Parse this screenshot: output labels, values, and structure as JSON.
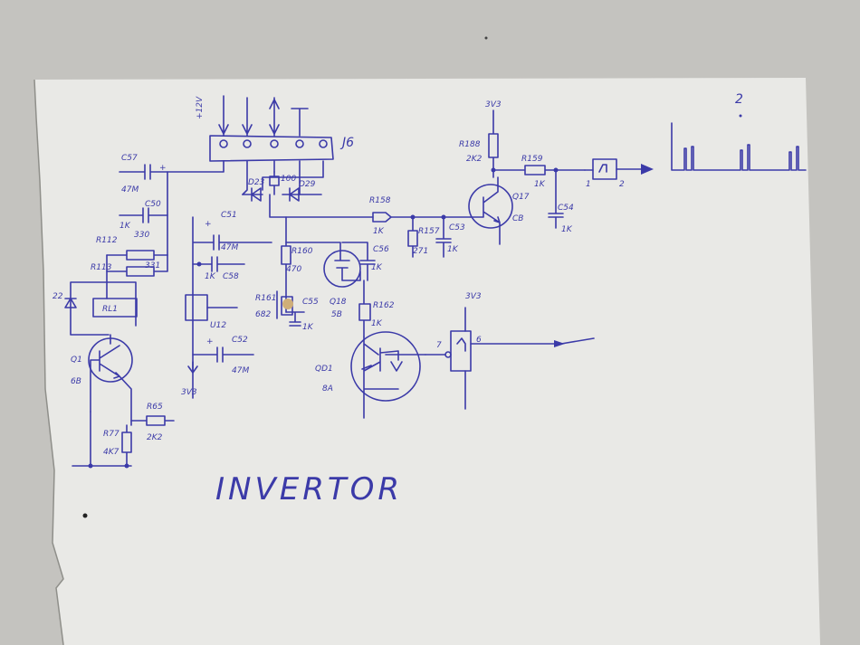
{
  "title": "INVERTOR",
  "page_number": "2",
  "connector": "J6",
  "supply_top": "+12V",
  "components": {
    "c57": "C57",
    "c57_val": "47M",
    "c50": "C50",
    "c50_val": "1K",
    "r112": "R112",
    "r112_val": "330",
    "r113": "R113",
    "r113_val": "331",
    "d22": "22",
    "rl1": "RL1",
    "q1": "Q1",
    "q1_type": "6B",
    "r65": "R65",
    "r65_val": "2K2",
    "r77": "R77",
    "r77_val": "4K7",
    "d23": "D23",
    "r_top_val": "100",
    "d29": "D29",
    "c51": "C51",
    "c51_val": "47M",
    "c58": "C58",
    "c58_val": "1K",
    "u12": "U12",
    "gnd": "3V3",
    "c52": "C52",
    "c52_val": "47M",
    "r160": "R160",
    "r160_val": "470",
    "r161": "R161",
    "r161_val": "682",
    "c55": "C55",
    "c55_val": "1K",
    "q18": "Q18",
    "q18_type": "5B",
    "c56": "C56",
    "c56_val": "1K",
    "r162": "R162",
    "r162_val": "1K",
    "qd1": "QD1",
    "qd1_type": "8A",
    "r158": "R158",
    "r158_val": "1K",
    "r157": "R157",
    "r157_val": "271",
    "c53": "C53",
    "c53_val": "1K",
    "r188": "R188",
    "r188_val": "2K2",
    "vcc1": "3V3",
    "q17": "Q17",
    "q17_type": "CB",
    "r159": "R159",
    "r159_val": "1K",
    "c54": "C54",
    "c54_val": "1K",
    "gate_in": "1",
    "gate_out": "2",
    "vcc2": "3V3",
    "gate2_in": "7",
    "gate2_out": "6"
  }
}
